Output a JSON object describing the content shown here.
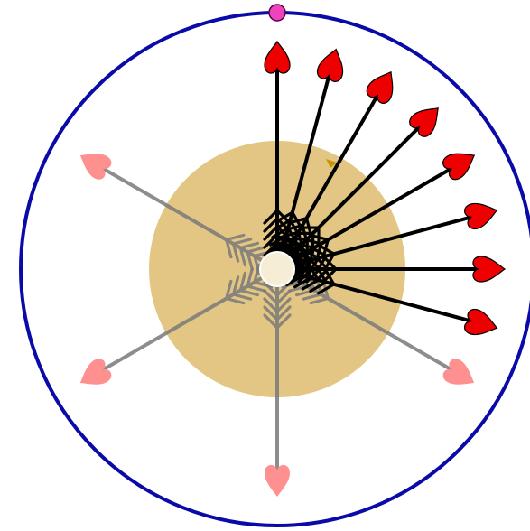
{
  "colors": {
    "background": "#ffffff",
    "outer_circle": "#0a0aa8",
    "inner_disc": "#d9b35a",
    "inner_disc_opacity": 0.75,
    "hole": "#f6edd7",
    "active_arrow": "#000000",
    "active_heart": "#ee0000",
    "faded_arrow": "#7a7a7a",
    "faded_heart": "#ff7d7d",
    "top_marker": "#ee44bb",
    "pointer": "#c89400"
  },
  "icons": {
    "arrowhead": "heart-icon",
    "tail": "fletching-icon",
    "marker": "dot-icon",
    "pointer": "triangle-icon"
  },
  "active_arrow_angles_deg": [
    0,
    15,
    30,
    45,
    60,
    75,
    90,
    105
  ],
  "faded_arrow_angles_deg": [
    120,
    180,
    240,
    300
  ],
  "rotation_step_deg": 15
}
